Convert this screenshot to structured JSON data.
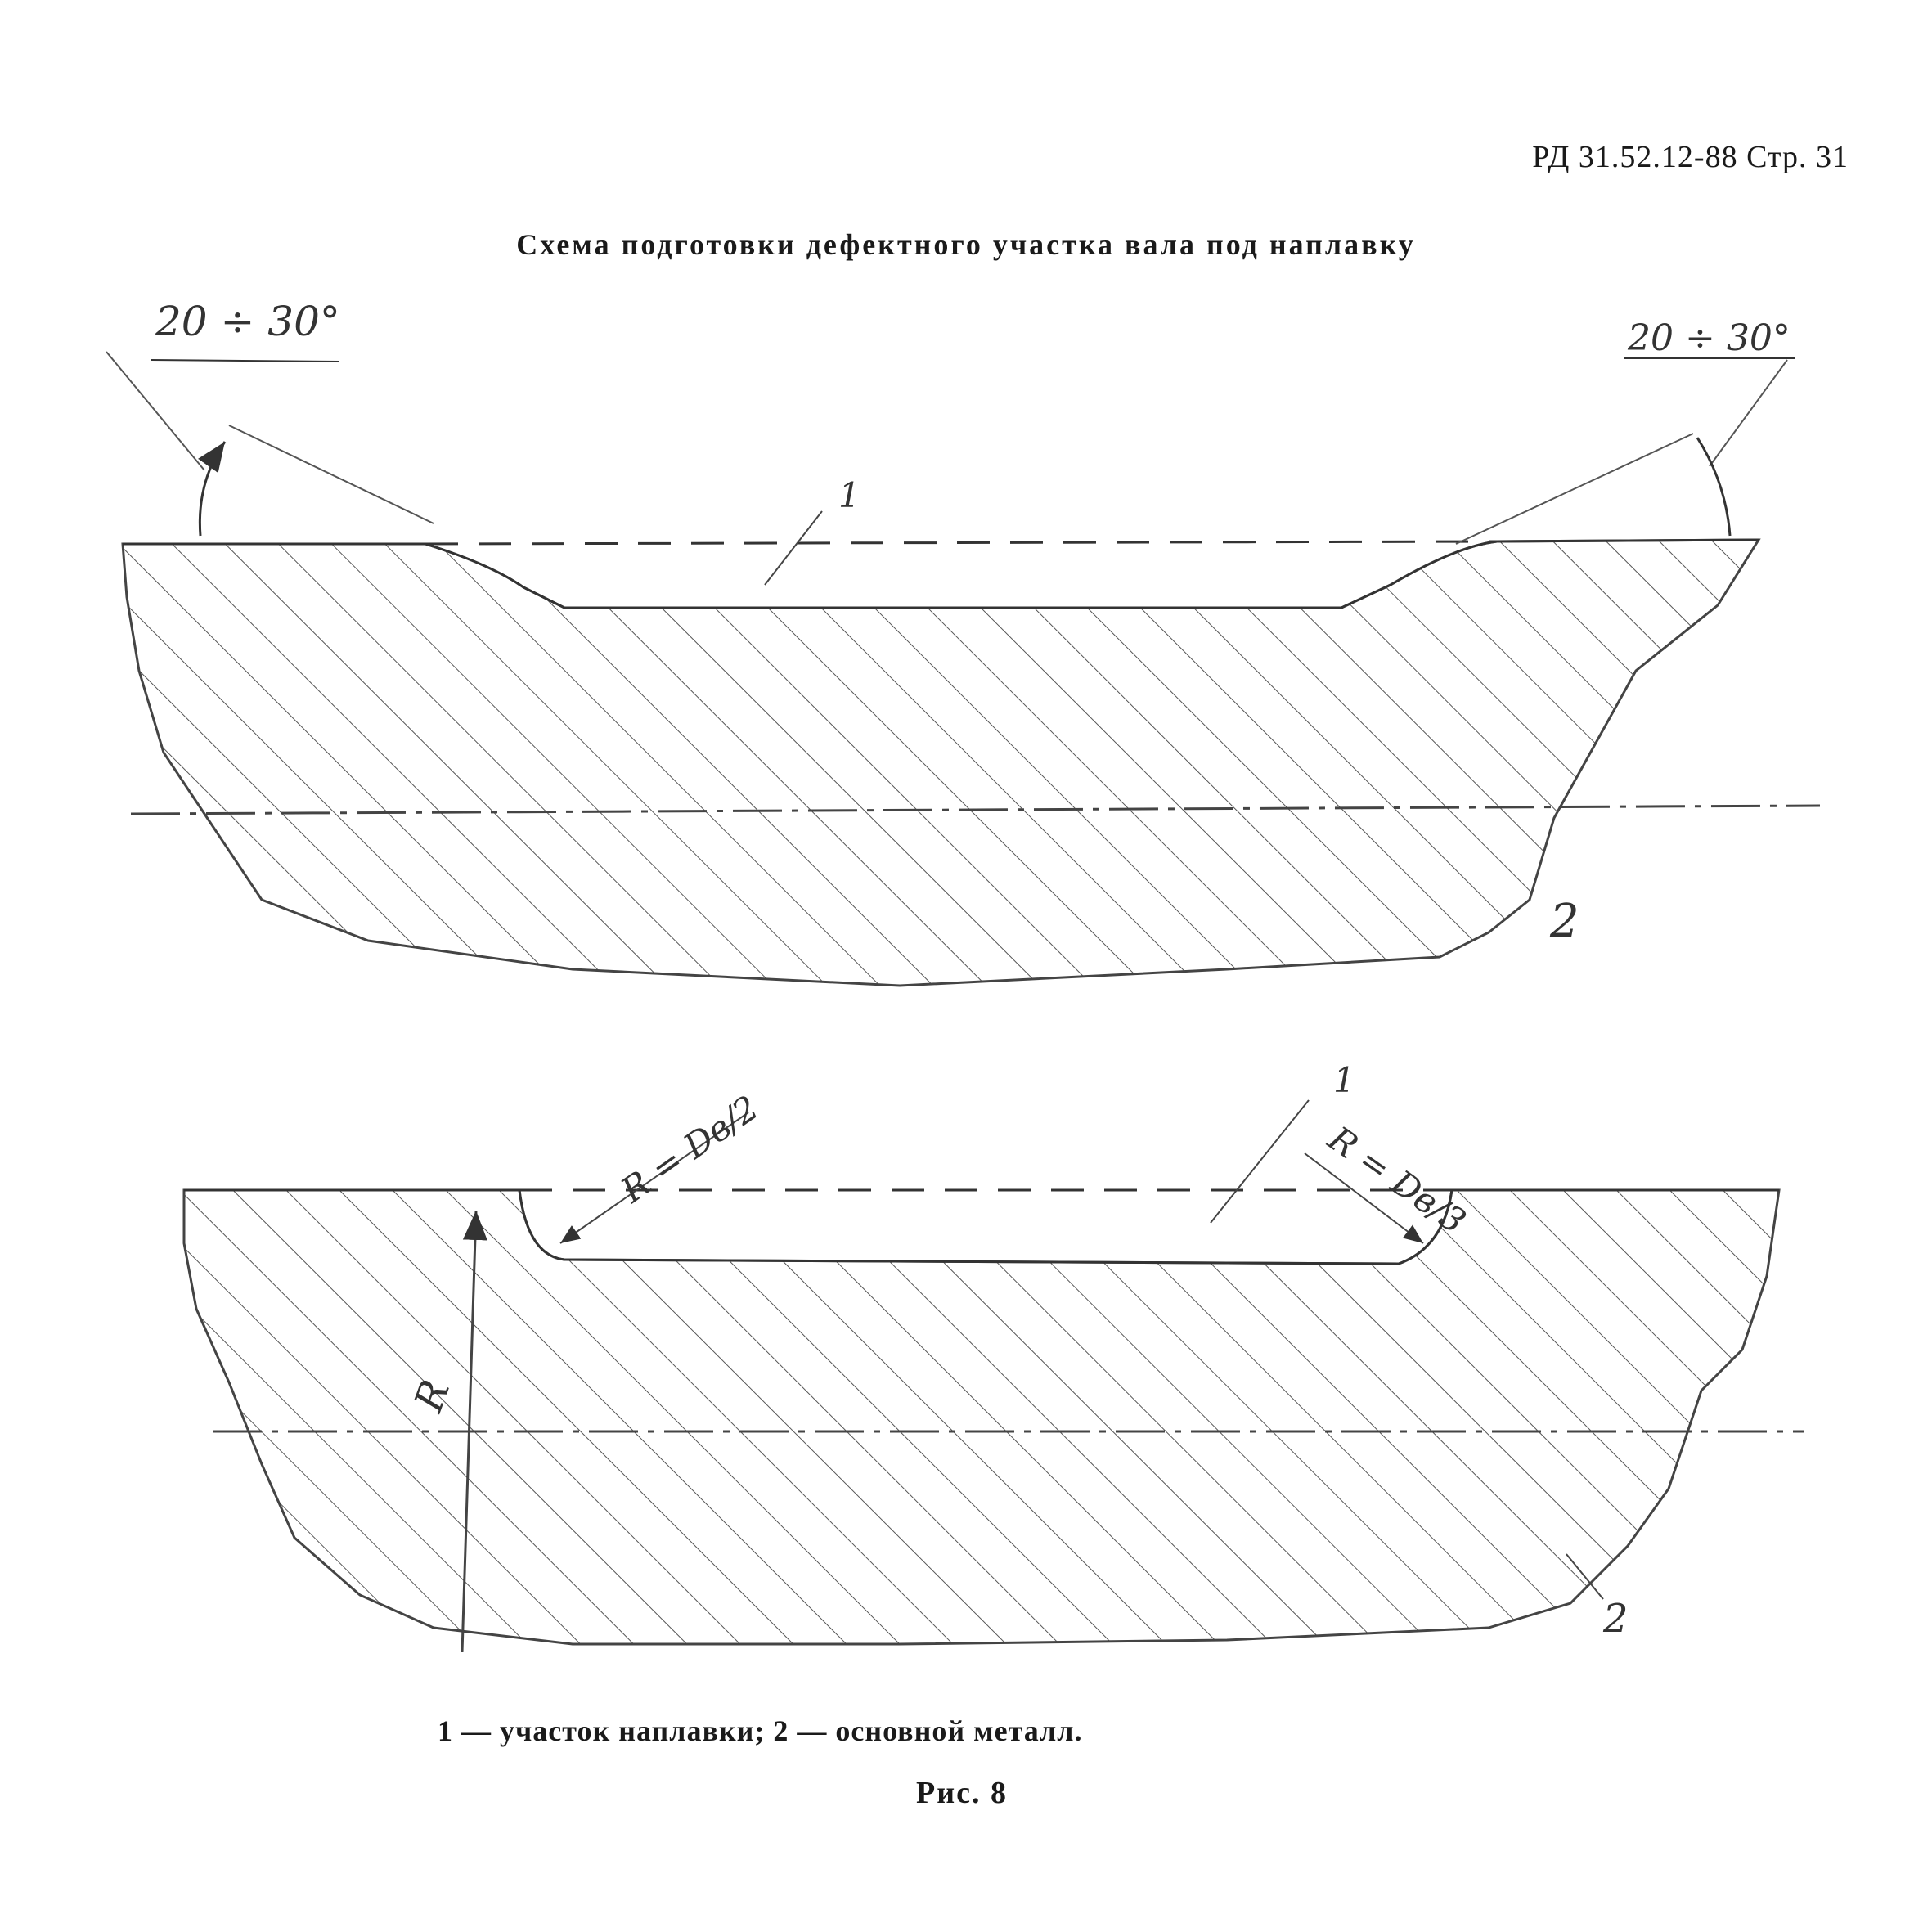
{
  "header": {
    "doc_ref": "РД 31.52.12-88 Стр. 31"
  },
  "title": "Схема подготовки дефектного участка вала под наплавку",
  "diagram_top": {
    "angle_left_label": "20 ÷ 30°",
    "angle_right_label": "20 ÷ 30°",
    "callout_1": "1",
    "callout_2": "2"
  },
  "diagram_bottom": {
    "radius_left_label": "R = Dв/2",
    "radius_right_label": "R = Dв/3",
    "radius_R_label": "R",
    "callout_1": "1",
    "callout_2": "2"
  },
  "caption": "1 — участок наплавки; 2 — основной металл.",
  "figure_number": "Рис. 8"
}
